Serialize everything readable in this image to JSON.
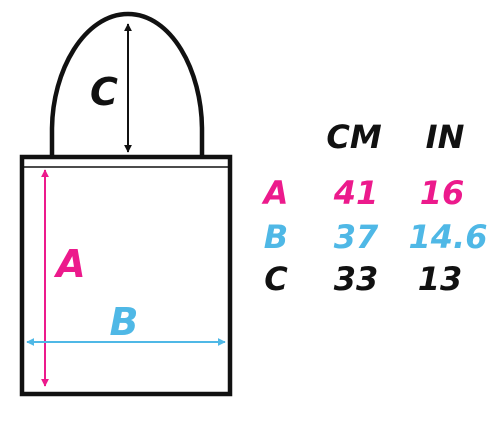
{
  "colors": {
    "a": "#ec1a8c",
    "b": "#4fb8e6",
    "c": "#111111",
    "outline": "#111111"
  },
  "diagram": {
    "label_a": "A",
    "label_b": "B",
    "label_c": "C"
  },
  "size_table": {
    "headers": [
      "CM",
      "IN"
    ],
    "rows": [
      {
        "label": "A",
        "cm": "41",
        "in": "16"
      },
      {
        "label": "B",
        "cm": "37",
        "in": "14.6"
      },
      {
        "label": "C",
        "cm": "33",
        "in": "13"
      }
    ]
  }
}
